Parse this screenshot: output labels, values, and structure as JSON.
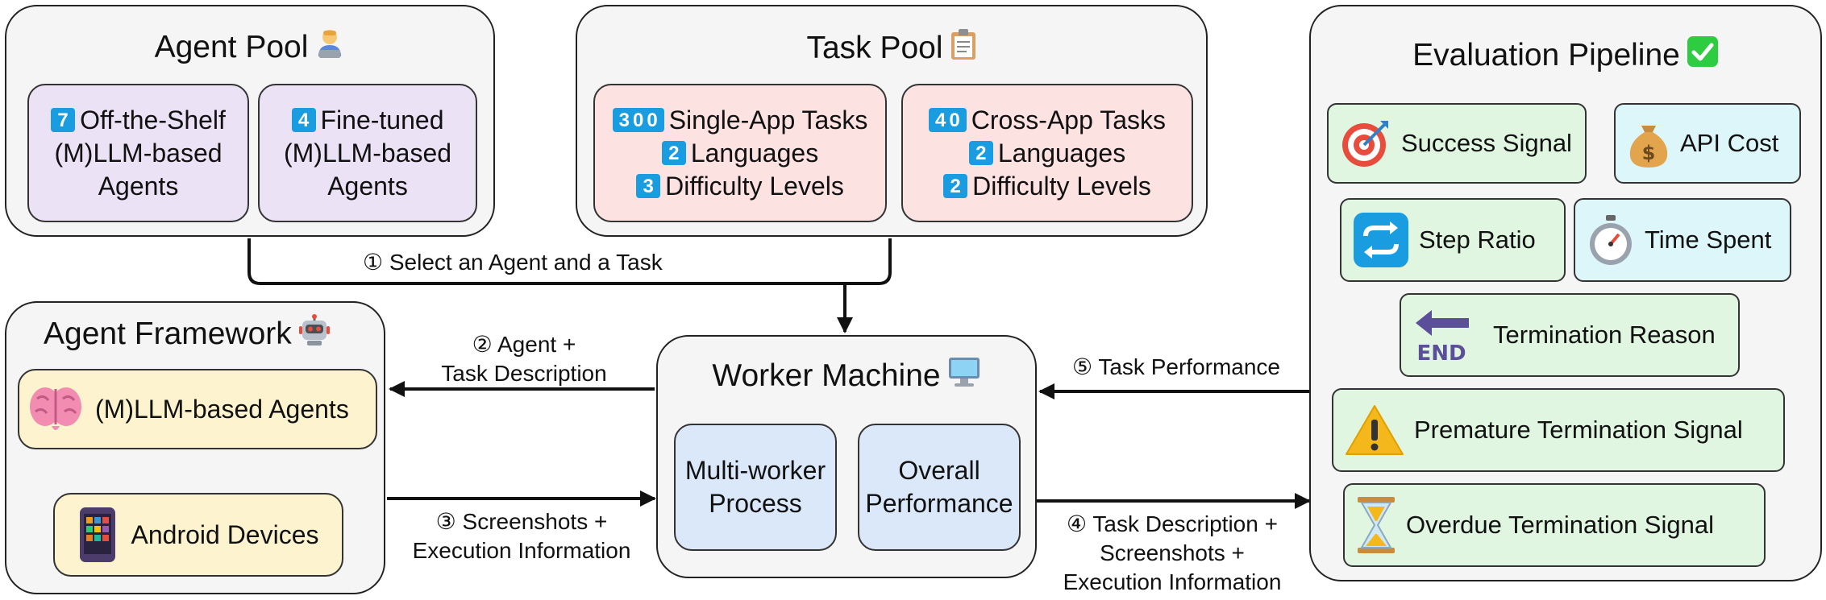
{
  "agent_pool": {
    "title": "Agent Pool",
    "offshelf": {
      "count": "7",
      "line1": "Off-the-Shelf",
      "line2": "(M)LLM-based",
      "line3": "Agents"
    },
    "finetuned": {
      "count": "4",
      "line1": "Fine-tuned",
      "line2": "(M)LLM-based",
      "line3": "Agents"
    }
  },
  "task_pool": {
    "title": "Task Pool",
    "single": {
      "count": "300",
      "label": "Single-App Tasks",
      "lang_count": "2",
      "lang_label": "Languages",
      "diff_count": "3",
      "diff_label": "Difficulty Levels"
    },
    "cross": {
      "count": "40",
      "label": "Cross-App Tasks",
      "lang_count": "2",
      "lang_label": "Languages",
      "diff_count": "2",
      "diff_label": "Difficulty Levels"
    }
  },
  "agent_framework": {
    "title": "Agent Framework",
    "agents_label": "(M)LLM-based Agents",
    "devices_label": "Android Devices"
  },
  "worker_machine": {
    "title": "Worker Machine",
    "multi_line1": "Multi-worker",
    "multi_line2": "Process",
    "overall_line1": "Overall",
    "overall_line2": "Performance"
  },
  "evaluation_pipeline": {
    "title": "Evaluation Pipeline",
    "success_signal": "Success Signal",
    "api_cost": "API Cost",
    "step_ratio": "Step Ratio",
    "time_spent": "Time Spent",
    "termination_reason": "Termination Reason",
    "premature_signal": "Premature Termination Signal",
    "overdue_signal": "Overdue Termination Signal"
  },
  "edges": {
    "step1": "① Select an Agent and a Task",
    "step2_line1": "② Agent +",
    "step2_line2": "Task Description",
    "step3_line1": "③ Screenshots +",
    "step3_line2": "Execution Information",
    "step4_line1": "④ Task Description +",
    "step4_line2": "Screenshots +",
    "step4_line3": "Execution Information",
    "step5": "⑤ Task Performance"
  },
  "icons": {
    "agent_pool": "technologist-icon",
    "task_pool": "clipboard-icon",
    "agent_framework": "robot-icon",
    "worker_machine": "computer-icon",
    "evaluation_pipeline": "check-mark-icon",
    "brain": "brain-icon",
    "phone": "phone-icon",
    "target": "target-icon",
    "money": "money-bag-icon",
    "repeat": "repeat-icon",
    "stopwatch": "stopwatch-icon",
    "end": "end-arrow-icon",
    "warning": "warning-icon",
    "hourglass": "hourglass-icon"
  },
  "colors": {
    "purple_card": "#ece2f6",
    "pink_card": "#fde2e2",
    "yellow_card": "#fdf4cf",
    "blue_card": "#dbe8fa",
    "green_card": "#e0f6e1",
    "cyan_card": "#dcf6fa",
    "badge_blue": "#1a9ce0"
  }
}
